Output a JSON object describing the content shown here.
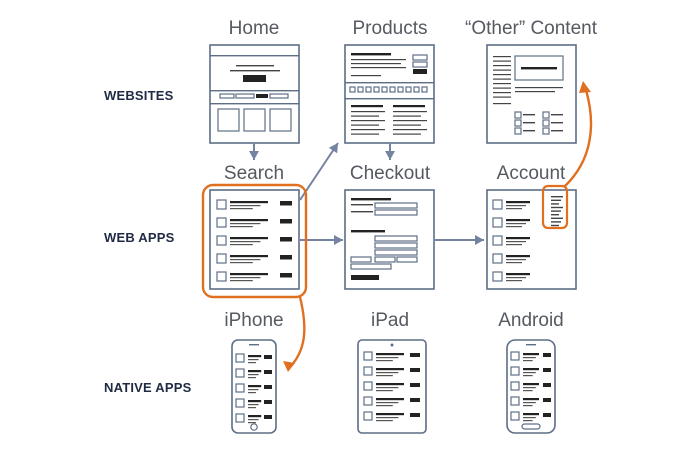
{
  "row_labels": {
    "websites": "WEBSITES",
    "web_apps": "WEB APPS",
    "native_apps": "NATIVE APPS"
  },
  "screens": {
    "home": "Home",
    "products": "Products",
    "other_content": "“Other” Content",
    "search": "Search",
    "checkout": "Checkout",
    "account": "Account",
    "iphone": "iPhone",
    "ipad": "iPad",
    "android": "Android"
  },
  "colors": {
    "frame": "#5d6e86",
    "text_lines": "#333333",
    "accent": "#e07020",
    "arrow": "#7484a0",
    "label": "#1f2a44"
  }
}
